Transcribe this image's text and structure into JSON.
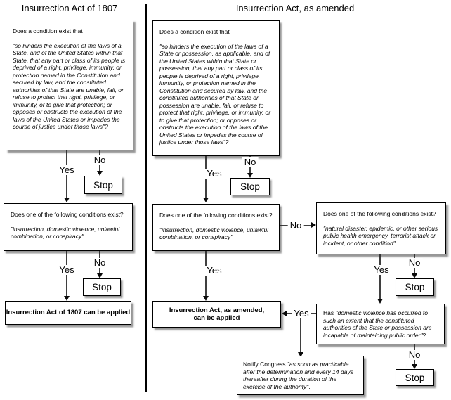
{
  "titles": {
    "left": "Insurrection Act of 1807",
    "right": "Insurrection Act, as amended"
  },
  "labels": {
    "yes": "Yes",
    "no": "No",
    "stop": "Stop"
  },
  "colors": {
    "line": "#3f3f3f",
    "border": "#000000",
    "background": "#ffffff"
  },
  "left": {
    "q1_intro": "Does a condition exist that",
    "q1_quote": "\"so hinders the execution of the laws of a State, and of the United States within that State, that any part or class of its people is deprived of a right, privilege, immunity, or protection named in the Constitution and secured by law, and the constituted authorities of that State are unable, fail, or refuse to protect that right, privilege, or immunity, or to give that protection; or opposes or obstructs the execution of the laws of the United States or impedes the course of justice under those laws\"?",
    "q2_intro": "Does one of the following conditions exist?",
    "q2_quote": "\"insurrection, domestic violence, unlawful combination, or conspiracy\"",
    "result": "Insurrection Act of 1807 can be applied"
  },
  "amended": {
    "q1_intro": "Does a condition exist that",
    "q1_quote": "\"so hinders the execution of the laws of a State or possession, as applicable, and of the United States within that State or possession, that any part or class of its people is deprived of a right, privilege, immunity, or protection named in the Constitution and secured by law, and the constituted authorities of that State or possession are unable, fail, or refuse to protect that right, privilege, or immunity, or to give that protection; or opposes or obstructs the execution of the laws of the United States or impedes the course of justice under those laws\"?",
    "q2_intro": "Does one of the following conditions exist?",
    "q2_quote": "\"insurrection, domestic violence, unlawful combination, or conspiracy\"",
    "q3_intro": "Does one of the following conditions exist?",
    "q3_quote": "\"natural disaster, epidemic, or other serious public health emergency, terrorist attack or incident, or other condition\"",
    "q4_intro": "Has ",
    "q4_quote": "\"domestic violence has occurred to such an extent that the constituted authorities of the State or possession are incapable of maintaining public order\"",
    "q4_suffix": "?",
    "result": "Insurrection Act, as amended, can be applied",
    "notify_intro": "Notify Congress ",
    "notify_quote": "\"as soon as practicable after the determination and every 14 days thereafter during the duration of the exercise of the authority\"",
    "notify_suffix": "."
  }
}
